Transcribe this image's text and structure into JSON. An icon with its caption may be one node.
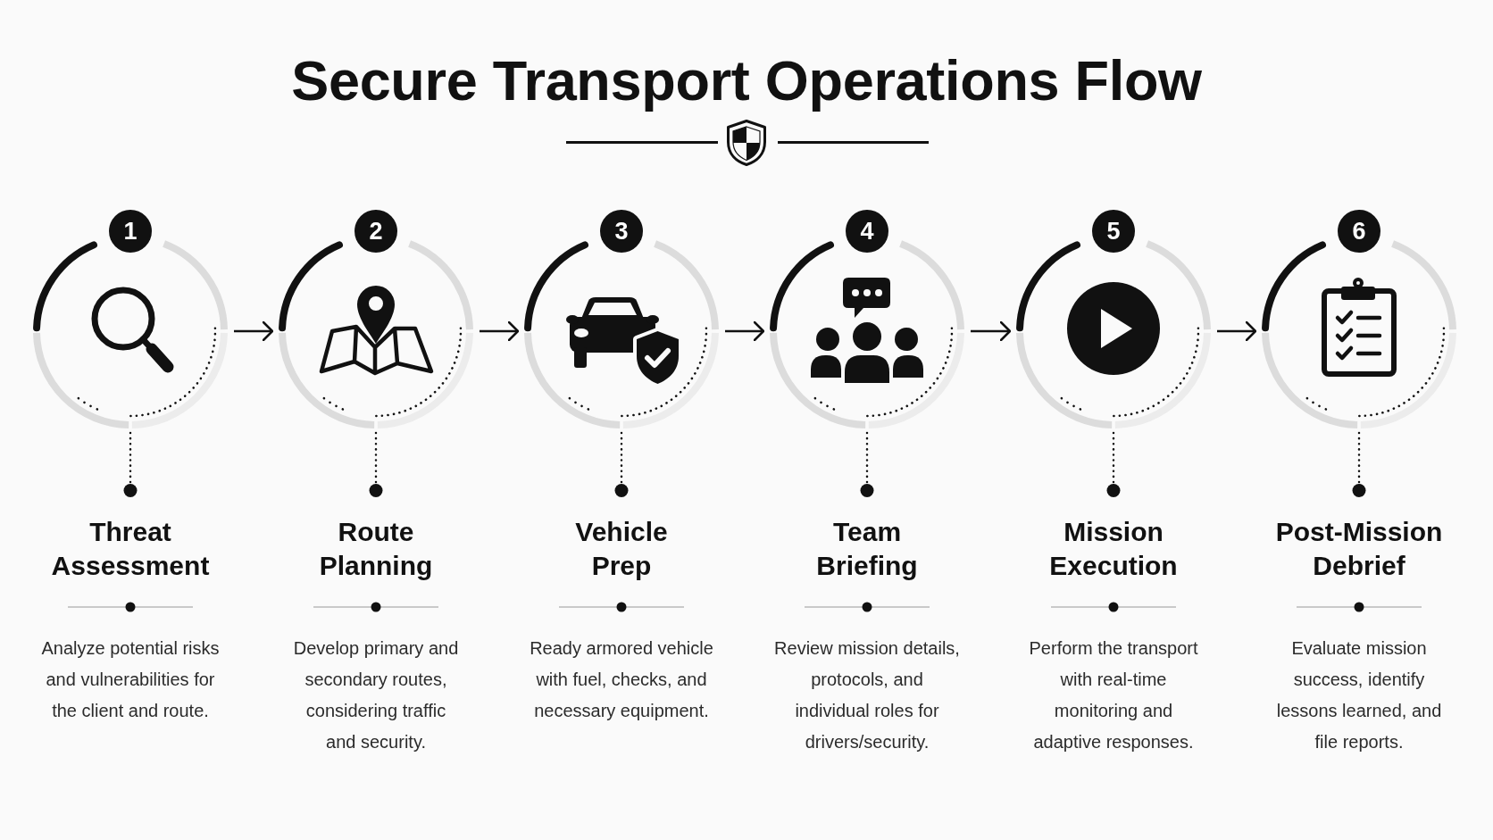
{
  "diagram": {
    "title": "Secure Transport Operations Flow",
    "nodes": [
      {
        "text": [
          "1"
        ]
      },
      {
        "text": [
          "Threat Assessment",
          "Analyze potential risks and vulnerabilities for the client and route."
        ]
      },
      {
        "text": [
          "2"
        ]
      },
      {
        "text": [
          "Route Planning",
          "Develop primary and secondary routes, considering traffic and security."
        ]
      },
      {
        "text": [
          "3"
        ]
      },
      {
        "text": [
          "Vehicle Prep",
          "Ready armored vehicle with fuel, checks, and necessary equipment."
        ]
      },
      {
        "text": [
          "4"
        ]
      },
      {
        "text": [
          "Team Briefing",
          "Review mission details, protocols, and individual roles for drivers/security."
        ]
      },
      {
        "text": [
          "5"
        ]
      },
      {
        "text": [
          "Mission Execution",
          "Perform the transport with real-time monitoring and adaptive responses."
        ]
      },
      {
        "text": [
          "6"
        ]
      },
      {
        "text": [
          "Post-Mission Debrief",
          "Evaluate mission success, identify lessons learned, and file reports."
        ]
      }
    ],
    "edges": [
      {
        "from": 0,
        "to": 2,
        "arrow": "to"
      },
      {
        "from": 2,
        "to": 4,
        "arrow": "to"
      },
      {
        "from": 4,
        "to": 6,
        "arrow": "to"
      },
      {
        "from": 6,
        "to": 8,
        "arrow": "to"
      },
      {
        "from": 8,
        "to": 10,
        "arrow": "to"
      },
      {
        "from": 0,
        "to": 1,
        "arrow": "other",
        "style": "dashed"
      },
      {
        "from": 2,
        "to": 3,
        "arrow": "other",
        "style": "dashed"
      },
      {
        "from": 4,
        "to": 5,
        "arrow": "other",
        "style": "dashed"
      },
      {
        "from": 6,
        "to": 7,
        "arrow": "other",
        "style": "dashed"
      },
      {
        "from": 8,
        "to": 9,
        "arrow": "other",
        "style": "dashed"
      },
      {
        "from": 10,
        "to": 11,
        "arrow": "other",
        "style": "dashed"
      }
    ]
  }
}
